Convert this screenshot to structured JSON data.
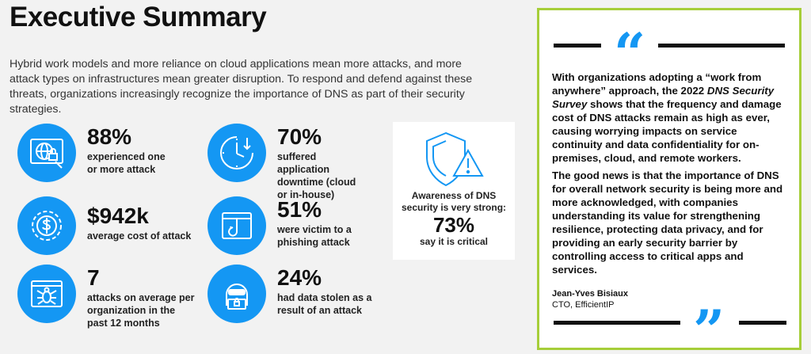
{
  "title": "Executive Summary",
  "intro": "Hybrid work models and more reliance on cloud applications mean more attacks, and more attack types on infrastructures mean greater disruption. To respond and defend against these threats, organizations increasingly recognize the importance of DNS as part of their security strategies.",
  "accent_color": "#1497f3",
  "border_color": "#a6ce39",
  "stats": [
    {
      "value": "88%",
      "desc": "experienced one or more attack",
      "icon": "globe-lock-icon"
    },
    {
      "value": "70%",
      "desc": "suffered application downtime (cloud or in-house)",
      "icon": "clock-icon"
    },
    {
      "value": "$942k",
      "desc": "average cost of attack",
      "icon": "dollar-gear-icon"
    },
    {
      "value": "51%",
      "desc": "were victim to a phishing attack",
      "icon": "phishing-hook-icon"
    },
    {
      "value": "7",
      "desc": "attacks on average per organization in the past 12 months",
      "icon": "bug-icon"
    },
    {
      "value": "24%",
      "desc": "had data stolen as a result of an attack",
      "icon": "hacker-icon"
    }
  ],
  "dns_card": {
    "text": "Awareness of DNS security is very strong:",
    "percent": "73%",
    "sub": "say it is critical",
    "icon": "shield-warning-icon"
  },
  "quote": {
    "p1_a": "With organizations adopting a “work from anywhere” approach, the 2022 ",
    "p1_em": "DNS Security Survey",
    "p1_b": " shows that the frequency and damage cost of DNS attacks remain as high as ever, causing worrying impacts on service continuity and data confidentiality for on-premises, cloud, and remote workers.",
    "p2": "The good news is that the importance of DNS for overall network security is being more and more acknowledged, with companies understanding its value for strengthening resilience, protecting data privacy, and for providing an early security barrier by controlling access to critical apps and services.",
    "author": "Jean-Yves Bisiaux",
    "role": "CTO, EfficientIP",
    "open_mark": "“",
    "close_mark": "”"
  }
}
